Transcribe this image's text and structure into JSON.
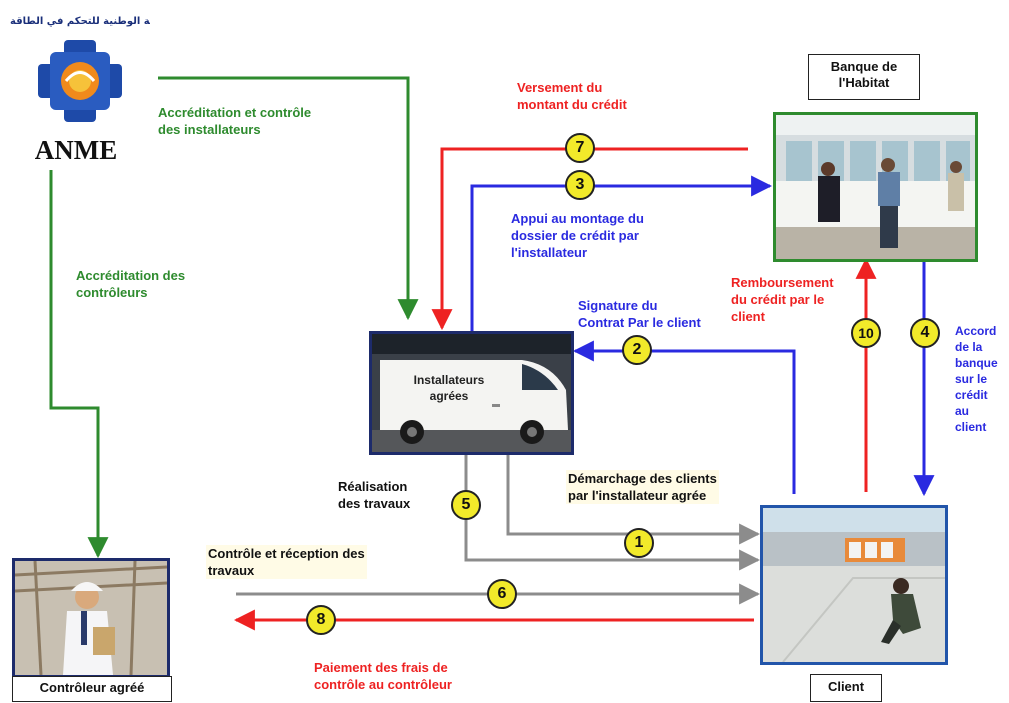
{
  "logo": {
    "text": "ANME",
    "arabic_text": "الوكالة الوطنية للتحكم في الطاقة"
  },
  "nodes": {
    "bank": {
      "label": "Banque de\nl'Habitat"
    },
    "installers": {
      "label": "Installateurs\nagrées"
    },
    "client": {
      "label": "Client"
    },
    "controller": {
      "label": "Contrôleur agréé"
    }
  },
  "labels": {
    "accreditation_installers": "Accréditation et contrôle\ndes installateurs",
    "accreditation_controllers": "Accréditation des\ncontrôleurs",
    "versement": "Versement du\nmontant du crédit",
    "appui": "Appui au montage du\ndossier de crédit par\nl'installateur",
    "signature": "Signature du\nContrat Par le client",
    "remboursement": "Remboursement\ndu crédit  par le\nclient",
    "accord": "Accord\nde la\nbanque\nsur le\ncrédit\nau\nclient",
    "realisation": "Réalisation\ndes travaux",
    "demarchage": "Démarchage des clients\npar l'installateur agrée",
    "controle_reception": "Contrôle et réception des\ntravaux",
    "paiement": "Paiement des frais de\ncontrôle au contrôleur"
  },
  "steps": [
    "1",
    "2",
    "3",
    "4",
    "5",
    "6",
    "7",
    "8",
    "10"
  ],
  "colors": {
    "green": "#2e8b2e",
    "red": "#ee2222",
    "blue": "#2a2ae0",
    "gray": "#8c8c8c",
    "badge": "#f2ea2a",
    "frame_green": "#2e8b2e",
    "frame_navy": "#1d2b6b",
    "frame_blue": "#2255aa"
  }
}
